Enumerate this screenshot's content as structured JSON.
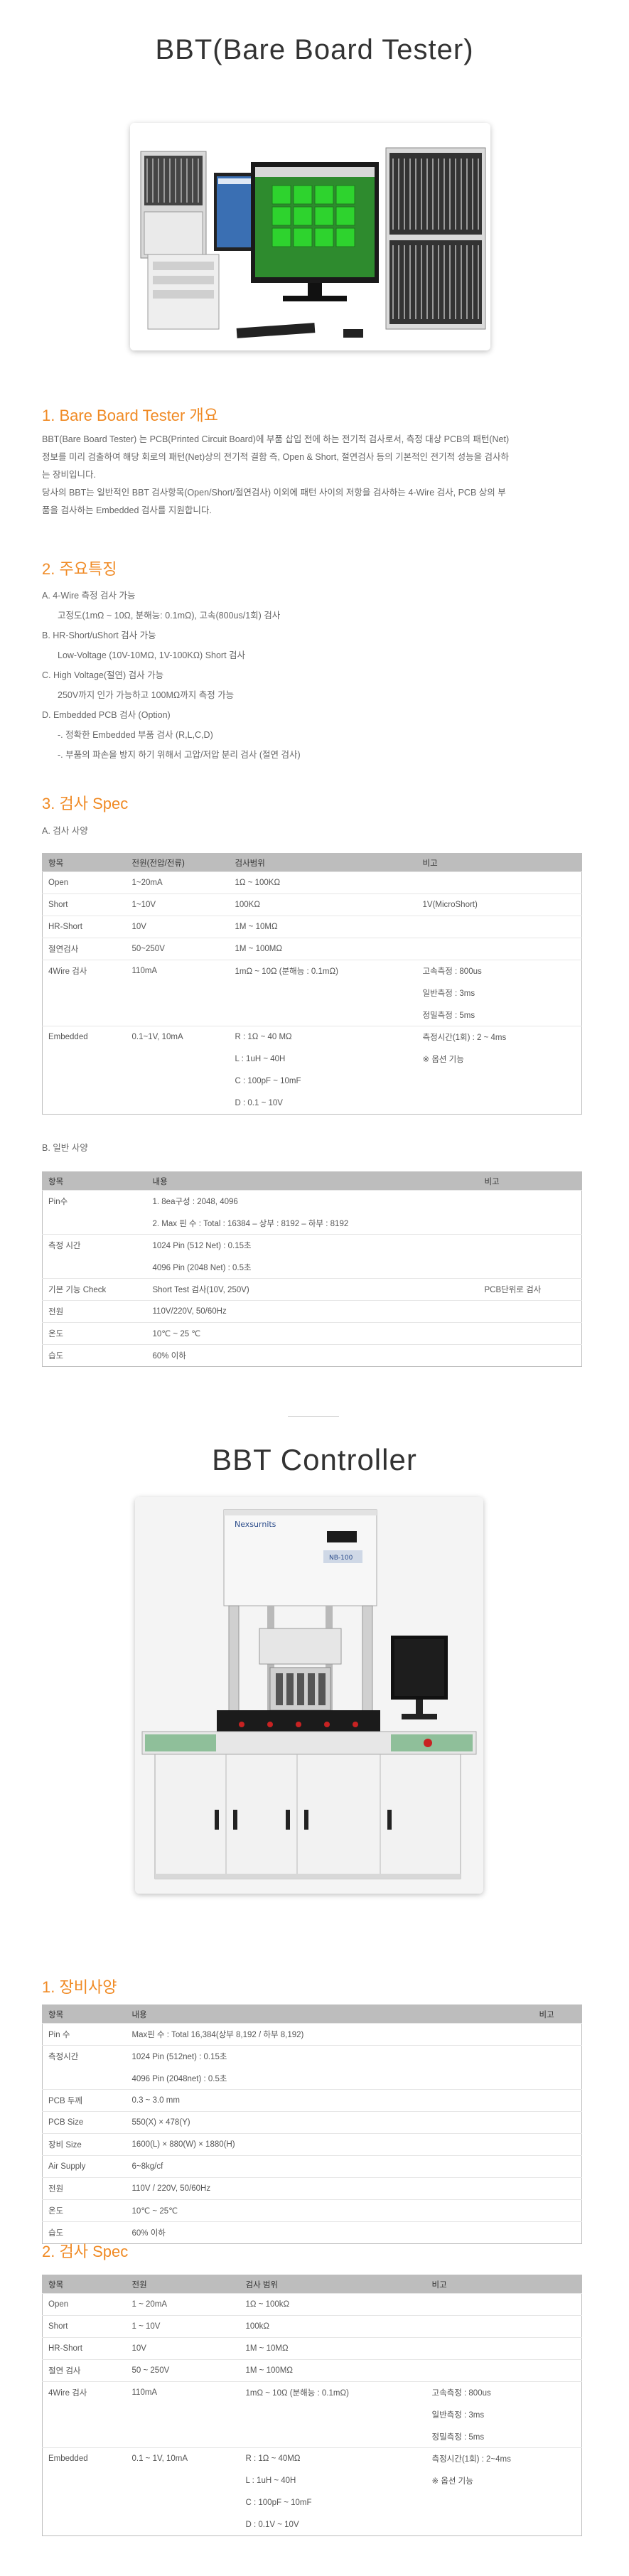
{
  "title": "BBT(Bare Board Tester)",
  "sections": {
    "overview": {
      "num": "1. Bare Board Tester ",
      "k": "개요",
      "paragraph": [
        "BBT(Bare Board Tester) 는 PCB(Printed Circuit Board)에 부품 삽입 전에 하는 전기적 검사로서, 측정 대상 PCB의 패턴(Net)",
        "정보를 미리 검출하여 해당 회로의 패턴(Net)상의 전기적 결함 즉, Open & Short, 절연검사 등의 기본적인 전기적 성능을 검사하",
        "는 장비입니다.",
        "당사의 BBT는 일반적인 BBT 검사항목(Open/Short/절연검사) 이외에 패턴 사이의 저항을 검사하는 4-Wire 검사, PCB 상의 부",
        "품을 검사하는 Embedded 검사를 지원합니다."
      ]
    },
    "features": {
      "num": "2. ",
      "k": "주요특징",
      "items": [
        {
          "t": "A. 4-Wire 측정 검사 가능",
          "ind": false
        },
        {
          "t": "고정도(1mΩ ~ 10Ω, 분해능: 0.1mΩ), 고속(800us/1회) 검사",
          "ind": true
        },
        {
          "t": "B. HR-Short/uShort 검사 가능",
          "ind": false
        },
        {
          "t": "Low-Voltage (10V-10MΩ, 1V-100KΩ) Short 검사",
          "ind": true
        },
        {
          "t": "C. High Voltage(절연) 검사 가능",
          "ind": false
        },
        {
          "t": "250V까지 인가 가능하고 100MΩ까지 측정 가능",
          "ind": true
        },
        {
          "t": "D. Embedded PCB 검사 (Option)",
          "ind": false
        },
        {
          "t": "-. 정확한 Embedded 부품 검사 (R,L,C,D)",
          "ind": true
        },
        {
          "t": "-. 부품의 파손을 방지 하기 위해서 고압/저압 분리 검사 (절연 검사)",
          "ind": true
        }
      ]
    },
    "spec": {
      "num": "3. ",
      "k": "검사",
      "en": " Spec",
      "sub_a": "A. 검사 사양",
      "sub_b": "B. 일반 사양"
    }
  },
  "table_a": {
    "headers": [
      "항목",
      "전원(전압/전류)",
      "검사범위",
      "비고"
    ],
    "rows": [
      [
        "Open",
        "1~20mA",
        "1Ω ~ 100KΩ",
        ""
      ],
      [
        "Short",
        "1~10V",
        "100KΩ",
        "1V(MicroShort)"
      ],
      [
        "HR-Short",
        "10V",
        "1M ~ 10MΩ",
        ""
      ],
      [
        "절연검사",
        "50~250V",
        "1M ~ 100MΩ",
        ""
      ],
      [
        "4Wire 검사",
        "110mA",
        "1mΩ ~ 10Ω (분해능 : 0.1mΩ)",
        "고속측정 : 800us"
      ],
      [
        "",
        "",
        "",
        "일반측정 : 3ms"
      ],
      [
        "",
        "",
        "",
        "정밀측정 : 5ms"
      ],
      [
        "Embedded",
        "0.1~1V, 10mA",
        "R : 1Ω ~ 40 MΩ",
        "측정시간(1회) : 2 ~ 4ms"
      ],
      [
        "",
        "",
        "L : 1uH ~ 40H",
        "※ 옵션 기능"
      ],
      [
        "",
        "",
        "C : 100pF ~ 10mF",
        ""
      ],
      [
        "",
        "",
        "D : 0.1 ~ 10V",
        ""
      ]
    ]
  },
  "table_b": {
    "headers": [
      "항목",
      "내용",
      "비고"
    ],
    "rows": [
      [
        "Pin수",
        "1. 8ea구성 : 2048, 4096",
        ""
      ],
      [
        "",
        "2. Max 핀 수 : Total : 16384 – 상부 : 8192 – 하부 : 8192",
        ""
      ],
      [
        "측정 시간",
        "1024 Pin (512 Net) : 0.15초",
        ""
      ],
      [
        "",
        "4096 Pin (2048 Net) : 0.5초",
        ""
      ],
      [
        "기본 기능 Check",
        "Short Test 검사(10V, 250V)",
        "PCB단위로 검사"
      ],
      [
        "전원",
        "110V/220V, 50/60Hz",
        ""
      ],
      [
        "온도",
        "10℃ ~ 25 ℃",
        ""
      ],
      [
        "습도",
        "60% 이하",
        ""
      ]
    ]
  },
  "controller": {
    "title": "BBT Controller",
    "machine_brand": "Nexsurnits",
    "machine_model": "NB-100",
    "sec1": {
      "num": "1. ",
      "k": "장비사양"
    },
    "sec2": {
      "num": "2. ",
      "k": "검사",
      "en": " Spec"
    }
  },
  "table_c": {
    "headers": [
      "항목",
      "내용",
      "비고"
    ],
    "rows": [
      [
        "Pin 수",
        "Max핀 수 : Total 16,384(상부 8,192 / 하부 8,192)",
        ""
      ],
      [
        "측정시간",
        "1024 Pin (512net) : 0.15초",
        ""
      ],
      [
        "",
        "4096 Pin (2048net) : 0.5초",
        ""
      ],
      [
        "PCB 두께",
        "0.3 ~ 3.0 mm",
        ""
      ],
      [
        "PCB Size",
        "550(X) × 478(Y)",
        ""
      ],
      [
        "장비 Size",
        "1600(L) × 880(W) × 1880(H)",
        ""
      ],
      [
        "Air Supply",
        "6~8kg/cf",
        ""
      ],
      [
        "전원",
        "110V / 220V, 50/60Hz",
        ""
      ],
      [
        "온도",
        "10℃ ~ 25℃",
        ""
      ],
      [
        "습도",
        "60% 이하",
        ""
      ]
    ]
  },
  "table_d": {
    "headers": [
      "항목",
      "전원",
      "검사 범위",
      "비고"
    ],
    "rows": [
      [
        "Open",
        "1 ~ 20mA",
        "1Ω ~ 100kΩ",
        ""
      ],
      [
        "Short",
        "1 ~ 10V",
        "100kΩ",
        ""
      ],
      [
        "HR-Short",
        "10V",
        "1M ~ 10MΩ",
        ""
      ],
      [
        "절연 검사",
        "50 ~ 250V",
        "1M ~ 100MΩ",
        ""
      ],
      [
        "4Wire 검사",
        "110mA",
        "1mΩ ~ 10Ω (분해능 : 0.1mΩ)",
        "고속측정 : 800us"
      ],
      [
        "",
        "",
        "",
        "일반측정 : 3ms"
      ],
      [
        "",
        "",
        "",
        "정밀측정 : 5ms"
      ],
      [
        "Embedded",
        "0.1 ~ 1V, 10mA",
        "R : 1Ω ~ 40MΩ",
        "측정시간(1회) : 2~4ms"
      ],
      [
        "",
        "",
        "L : 1uH ~ 40H",
        "※ 옵션 기능"
      ],
      [
        "",
        "",
        "C : 100pF ~ 10mF",
        ""
      ],
      [
        "",
        "",
        "D : 0.1V ~ 10V",
        ""
      ]
    ]
  }
}
